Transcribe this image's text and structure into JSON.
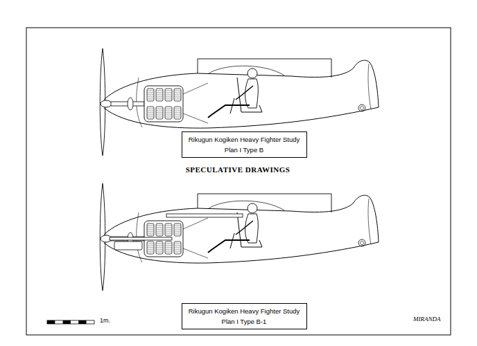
{
  "diagram": {
    "title": "SPECULATIVE DRAWINGS",
    "nodes": [
      {
        "text": [
          "Rikugun Kogiken Heavy Fighter Study",
          "Plan I Type B"
        ]
      },
      {
        "text": [
          "Rikugun Kogiken Heavy Fighter Study",
          "Plan I Type B-1"
        ]
      }
    ],
    "labels": [
      "1m.",
      "MIRANDA"
    ]
  }
}
